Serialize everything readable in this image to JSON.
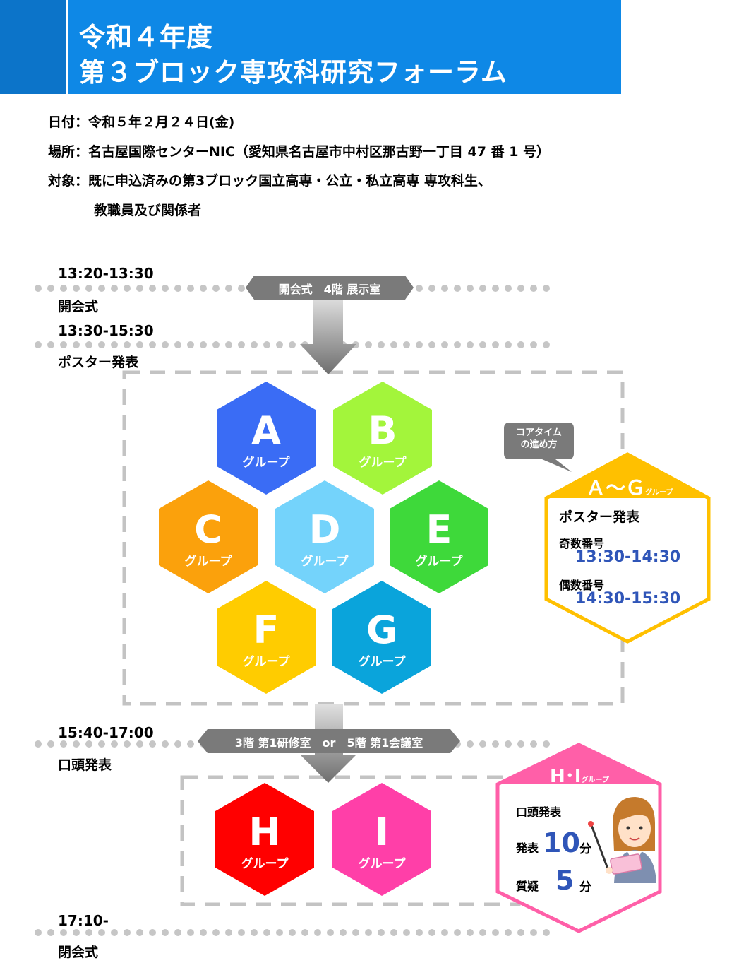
{
  "header": {
    "title_line1": "令和４年度",
    "title_line2": "第３ブロック専攻科研究フォーラム"
  },
  "info": {
    "date": "日付：令和５年２月２４日(金)",
    "place": "場所：名古屋国際センターNIC（愛知県名古屋市中村区那古野一丁目 47 番 1 号）",
    "target_line1": "対象：既に申込済みの第3ブロック国立高専・公立・私立高専 専攻科生、",
    "target_line2": "教職員及び関係者"
  },
  "schedule": [
    {
      "time": "13:20-13:30",
      "name": "開会式"
    },
    {
      "time": "13:30-15:30",
      "name": "ポスター発表"
    },
    {
      "time": "15:40-17:00",
      "name": "口頭発表"
    },
    {
      "time": "17:10-",
      "name": "閉会式"
    }
  ],
  "venues": {
    "opening": "開会式　4階 展示室",
    "oral": "3階 第1研修室　or　5階 第1会議室"
  },
  "group_suffix": "グループ",
  "poster_groups": [
    {
      "letter": "A",
      "color": "#3a6cf5"
    },
    {
      "letter": "B",
      "color": "#a3f53b"
    },
    {
      "letter": "C",
      "color": "#fba10c"
    },
    {
      "letter": "D",
      "color": "#74d3fb"
    },
    {
      "letter": "E",
      "color": "#3ed93a"
    },
    {
      "letter": "F",
      "color": "#ffcc00"
    },
    {
      "letter": "G",
      "color": "#0aa4db"
    }
  ],
  "oral_groups": [
    {
      "letter": "H",
      "color": "#ff0000"
    },
    {
      "letter": "I",
      "color": "#ff3fa8"
    }
  ],
  "speech_bubble": {
    "line1": "コアタイム",
    "line2": "の進め方"
  },
  "poster_card": {
    "title": "Ａ～Ｇ",
    "title_suffix": "グループ",
    "heading": "ポスター発表",
    "odd_label": "奇数番号",
    "odd_time": "13:30-14:30",
    "even_label": "偶数番号",
    "even_time": "14:30-15:30",
    "border_color": "#ffc000"
  },
  "oral_card": {
    "title": "H･I",
    "title_suffix": "グループ",
    "heading": "口頭発表",
    "talk_label": "発表",
    "talk_value": "10",
    "talk_unit": "分",
    "qa_label": "質疑",
    "qa_value": "5",
    "qa_unit": "分",
    "border_color": "#ff5fa8"
  }
}
